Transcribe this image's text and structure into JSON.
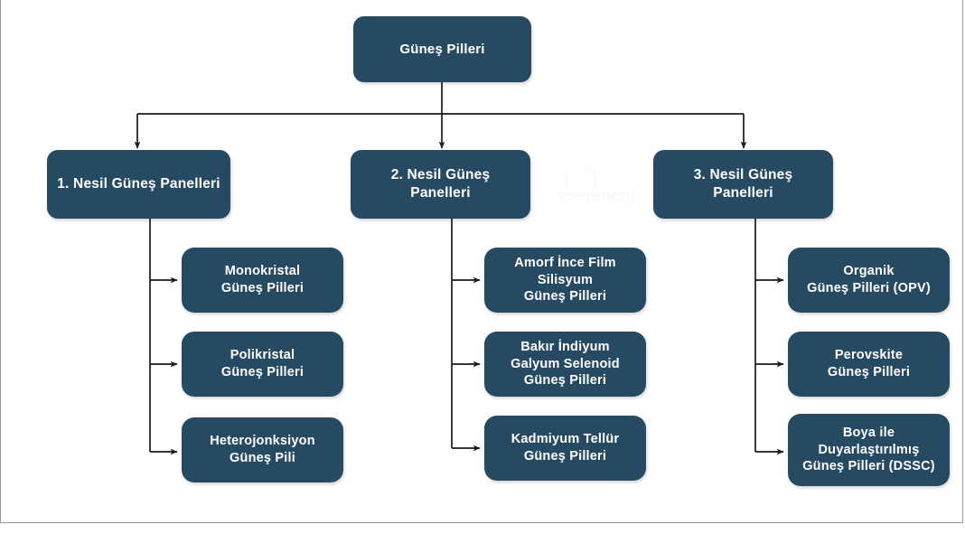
{
  "diagram": {
    "title": "Güneş Pilleri",
    "colors": {
      "node_fill": "#274a63",
      "node_text": "#ffffff",
      "connector": "#1a1a1a",
      "background": "#ffffff",
      "frame_border": "#9a9a9a"
    },
    "root": {
      "label": "Güneş Pilleri"
    },
    "generations": [
      {
        "label": "1. Nesil Güneş Panelleri",
        "children": [
          {
            "label": "Monokristal\nGüneş Pilleri"
          },
          {
            "label": "Polikristal\nGüneş Pilleri"
          },
          {
            "label": "Heterojonksiyon\nGüneş Pili"
          }
        ]
      },
      {
        "label": "2. Nesil Güneş Panelleri",
        "children": [
          {
            "label": "Amorf İnce Film\nSilisyum\nGüneş Pilleri"
          },
          {
            "label": "Bakır İndiyum\nGalyum Selenoid\nGüneş Pilleri"
          },
          {
            "label": "Kadmiyum Tellür\nGüneş Pilleri"
          }
        ]
      },
      {
        "label": "3. Nesil Güneş Panelleri",
        "children": [
          {
            "label": "Organik\nGüneş Pilleri (OPV)"
          },
          {
            "label": "Perovskite\nGüneş Pilleri"
          },
          {
            "label": "Boya ile\nDuyarlaştırılmış\nGüneş Pilleri (DSSC)"
          }
        ]
      }
    ],
    "watermark": {
      "text": "eserenerji",
      "icon": "wind-turbine-icon"
    }
  }
}
